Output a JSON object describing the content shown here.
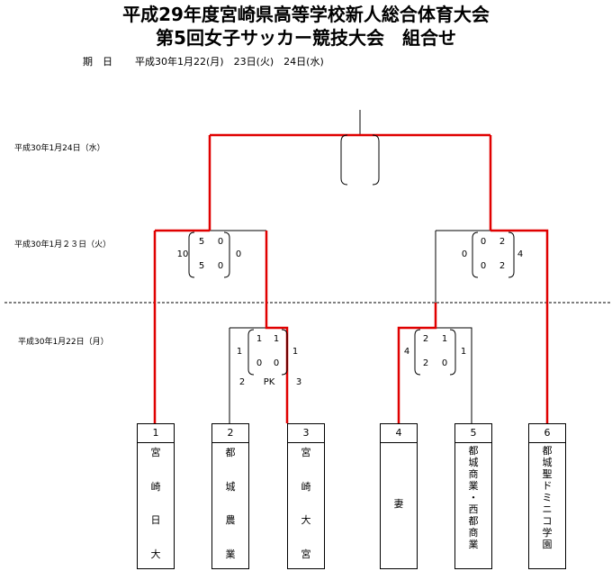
{
  "header": {
    "title_line1": "平成29年度宮崎県高等学校新人総合体育大会",
    "title_line2": "第5回女子サッカー競技大会　組合せ",
    "date_label": "期　日",
    "date_value": "平成30年1月22(月)　23日(火)　24日(水)"
  },
  "rounds": {
    "final": "平成30年1月24日（水）",
    "semifinal": "平成30年1月２３日（火）",
    "first": "平成30年1月22日（月）"
  },
  "matches": {
    "sf_left": {
      "outer_left": "10",
      "inner_top_left": "5",
      "inner_top_right": "0",
      "inner_bottom_left": "5",
      "inner_bottom_right": "0",
      "outer_right": "0"
    },
    "sf_right": {
      "outer_left": "0",
      "inner_top_left": "0",
      "inner_top_right": "2",
      "inner_bottom_left": "0",
      "inner_bottom_right": "2",
      "outer_right": "4"
    },
    "r1_left": {
      "outer_left": "1",
      "inner_top_left": "1",
      "inner_top_right": "1",
      "inner_bottom_left": "0",
      "inner_bottom_right": "0",
      "outer_right": "1",
      "pk_left": "2",
      "pk_label": "PK",
      "pk_right": "3"
    },
    "r1_right": {
      "outer_left": "4",
      "inner_top_left": "2",
      "inner_top_right": "1",
      "inner_bottom_left": "2",
      "inner_bottom_right": "0",
      "outer_right": "1"
    }
  },
  "teams": [
    {
      "number": "1",
      "chars": [
        "宮",
        "崎",
        "日",
        "大"
      ]
    },
    {
      "number": "2",
      "chars": [
        "都",
        "城",
        "農",
        "業"
      ]
    },
    {
      "number": "3",
      "chars": [
        "宮",
        "崎",
        "大",
        "宮"
      ]
    },
    {
      "number": "4",
      "chars": [
        "妻"
      ]
    },
    {
      "number": "5",
      "chars": [
        "都",
        "城",
        "商",
        "業",
        "・",
        "西",
        "都",
        "商",
        "業"
      ]
    },
    {
      "number": "6",
      "chars": [
        "都",
        "城",
        "聖",
        "ド",
        "ミ",
        "ニ",
        "コ",
        "学",
        "園"
      ]
    }
  ],
  "colors": {
    "winner_line": "#e00000",
    "line": "#000000"
  }
}
